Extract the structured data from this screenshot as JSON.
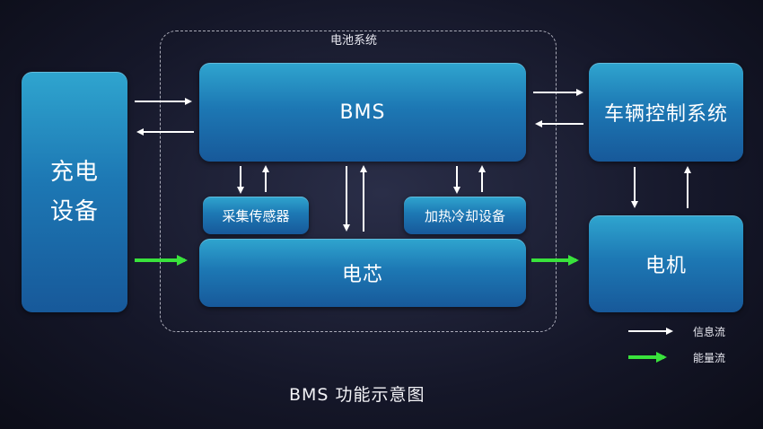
{
  "battery_system": {
    "label": "电池系统"
  },
  "charger": {
    "label_line1": "充电",
    "label_line2": "设备"
  },
  "bms": {
    "label": "BMS"
  },
  "vehicle_control": {
    "label": "车辆控制系统"
  },
  "sensor": {
    "label": "采集传感器"
  },
  "thermal": {
    "label": "加热冷却设备"
  },
  "cell": {
    "label": "电芯"
  },
  "motor": {
    "label": "电机"
  },
  "legend": {
    "info_flow": "信息流",
    "energy_flow": "能量流",
    "info_color": "#ffffff",
    "energy_color": "#39e23c"
  },
  "caption": "BMS 功能示意图"
}
